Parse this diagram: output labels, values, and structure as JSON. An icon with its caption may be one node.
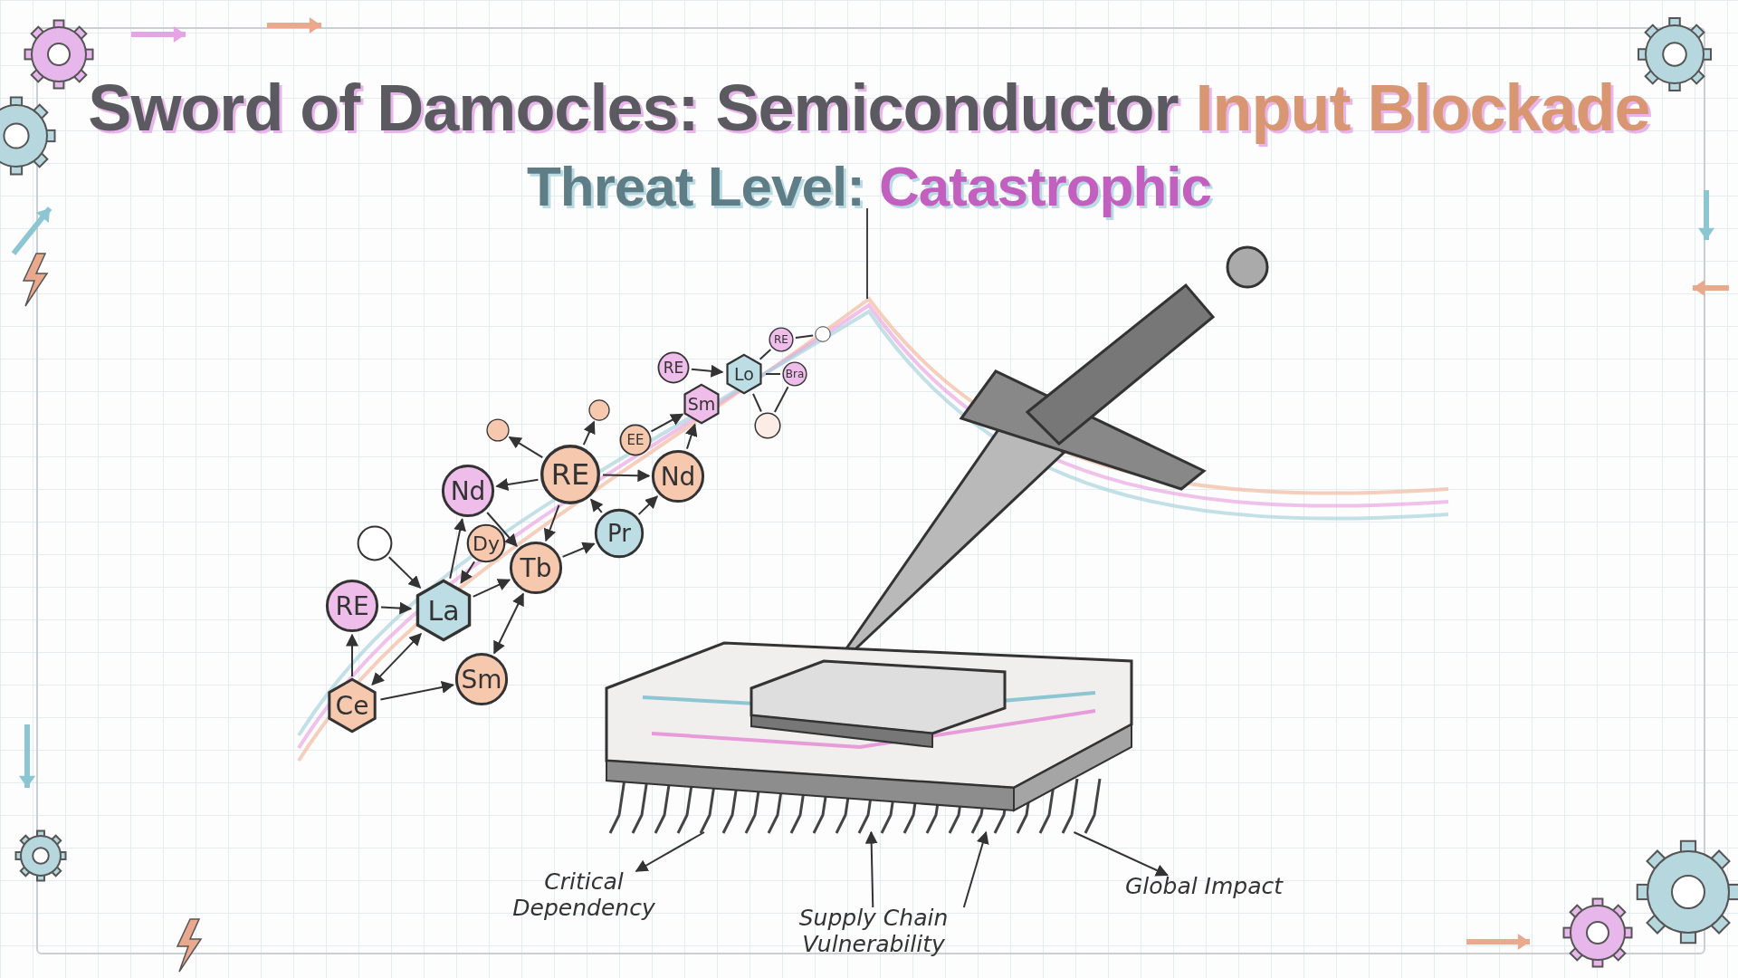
{
  "diagram": {
    "title": "Sword of Damocles: Semiconductor Input Blockade",
    "nodes": [
      {
        "text": [
          "RE"
        ]
      },
      {
        "text": [
          "Ce"
        ]
      },
      {
        "text": [
          "La"
        ]
      },
      {
        "text": [
          "Sm"
        ]
      },
      {
        "text": [
          "Nd"
        ]
      },
      {
        "text": [
          "Dy"
        ]
      },
      {
        "text": [
          "Tb"
        ]
      },
      {
        "text": [
          "RE"
        ]
      },
      {
        "text": [
          "Pr"
        ]
      },
      {
        "text": [
          "Nd"
        ]
      },
      {
        "text": [
          "EE"
        ]
      },
      {
        "text": [
          "Sm"
        ]
      },
      {
        "text": [
          "RE"
        ]
      },
      {
        "text": [
          "Lo"
        ]
      },
      {
        "text": [
          "RE"
        ]
      },
      {
        "text": [
          "Bra"
        ]
      },
      {
        "text": [],
        "shape": "circle"
      },
      {
        "text": [],
        "shape": "circle"
      },
      {
        "text": [],
        "shape": "circle"
      },
      {
        "text": [],
        "shape": "circle"
      },
      {
        "text": [],
        "shape": "circle"
      },
      {
        "text": [],
        "shape": "picture"
      },
      {
        "text": [
          "Critical Dependency"
        ]
      },
      {
        "text": [
          "Supply Chain Vulnerability"
        ]
      },
      {
        "text": [
          "Global Impact"
        ]
      }
    ],
    "edges": [
      {
        "from": 1,
        "to": 0,
        "arrow": "to"
      },
      {
        "from": 0,
        "to": 2,
        "arrow": "to"
      },
      {
        "from": 1,
        "to": 2,
        "arrow": "both"
      },
      {
        "from": 1,
        "to": 3,
        "arrow": "to"
      },
      {
        "from": 16,
        "to": 2,
        "arrow": "to"
      },
      {
        "from": 2,
        "to": 4,
        "arrow": "to"
      },
      {
        "from": 5,
        "to": 2,
        "arrow": "to"
      },
      {
        "from": 2,
        "to": 6,
        "arrow": "to"
      },
      {
        "from": 3,
        "to": 6,
        "arrow": "both"
      },
      {
        "from": 4,
        "to": 6,
        "arrow": "to"
      },
      {
        "from": 7,
        "to": 4,
        "arrow": "to"
      },
      {
        "from": 7,
        "to": 6,
        "arrow": "to"
      },
      {
        "from": 7,
        "to": 9,
        "arrow": "to"
      },
      {
        "from": 7,
        "to": 17,
        "arrow": "to"
      },
      {
        "from": 7,
        "to": 18,
        "arrow": "to"
      },
      {
        "from": 6,
        "to": 8,
        "arrow": "to"
      },
      {
        "from": 8,
        "to": 7,
        "arrow": "to"
      },
      {
        "from": 8,
        "to": 9,
        "arrow": "to"
      },
      {
        "from": 10,
        "to": 11,
        "arrow": "to"
      },
      {
        "from": 9,
        "to": 11,
        "arrow": "to"
      },
      {
        "from": 12,
        "to": 13,
        "arrow": "to"
      },
      {
        "from": 13,
        "to": 14,
        "arrow": "none"
      },
      {
        "from": 13,
        "to": 15,
        "arrow": "none"
      },
      {
        "from": 13,
        "to": 19,
        "arrow": "none"
      },
      {
        "from": 19,
        "to": 15,
        "arrow": "none"
      },
      {
        "from": 14,
        "to": 20,
        "arrow": "none"
      },
      {
        "from": 21,
        "to": 22,
        "arrow": "to"
      },
      {
        "from": 23,
        "to": 21,
        "arrow": "to"
      },
      {
        "from": 23,
        "to": 21,
        "arrow": "to"
      },
      {
        "from": 21,
        "to": 24,
        "arrow": "to"
      }
    ],
    "labels": [
      "Threat Level: Catastrophic"
    ]
  }
}
